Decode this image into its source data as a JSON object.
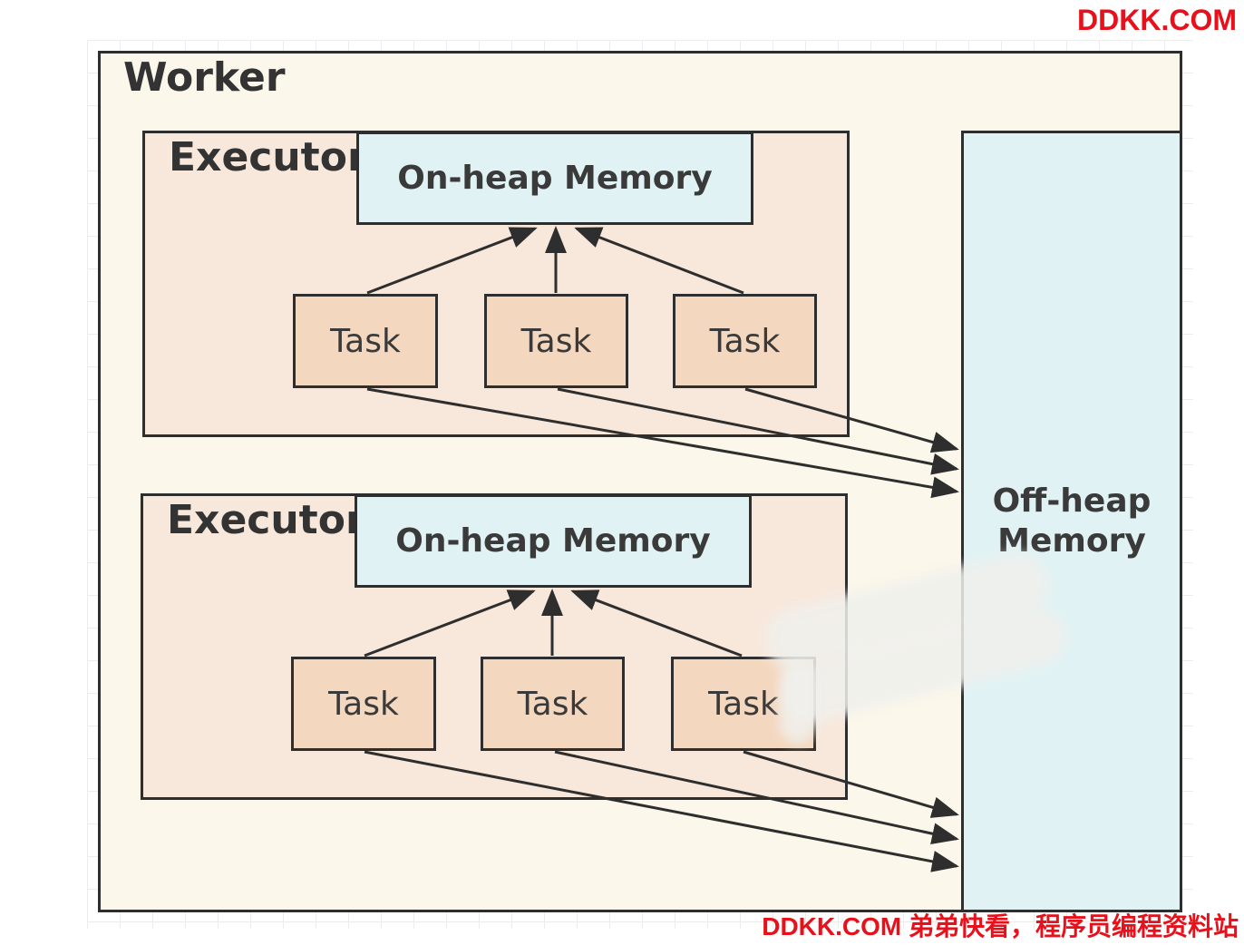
{
  "watermark_top": "DDKK.COM",
  "watermark_bottom": "DDKK.COM 弟弟快看，程序员编程资料站",
  "worker": {
    "title": "Worker"
  },
  "executors": [
    {
      "title": "Executor",
      "memory": "On-heap Memory",
      "tasks": [
        "Task",
        "Task",
        "Task"
      ]
    },
    {
      "title": "Executor",
      "memory": "On-heap Memory",
      "tasks": [
        "Task",
        "Task",
        "Task"
      ]
    }
  ],
  "off_heap": {
    "line1": "Off-heap",
    "line2": "Memory"
  },
  "colors": {
    "worker_bg": "#fbf7ea",
    "executor_bg": "#f8e8dc",
    "memory_bg": "#e0f2f4",
    "task_bg": "#f4d7bf",
    "watermark": "#e8111b"
  }
}
